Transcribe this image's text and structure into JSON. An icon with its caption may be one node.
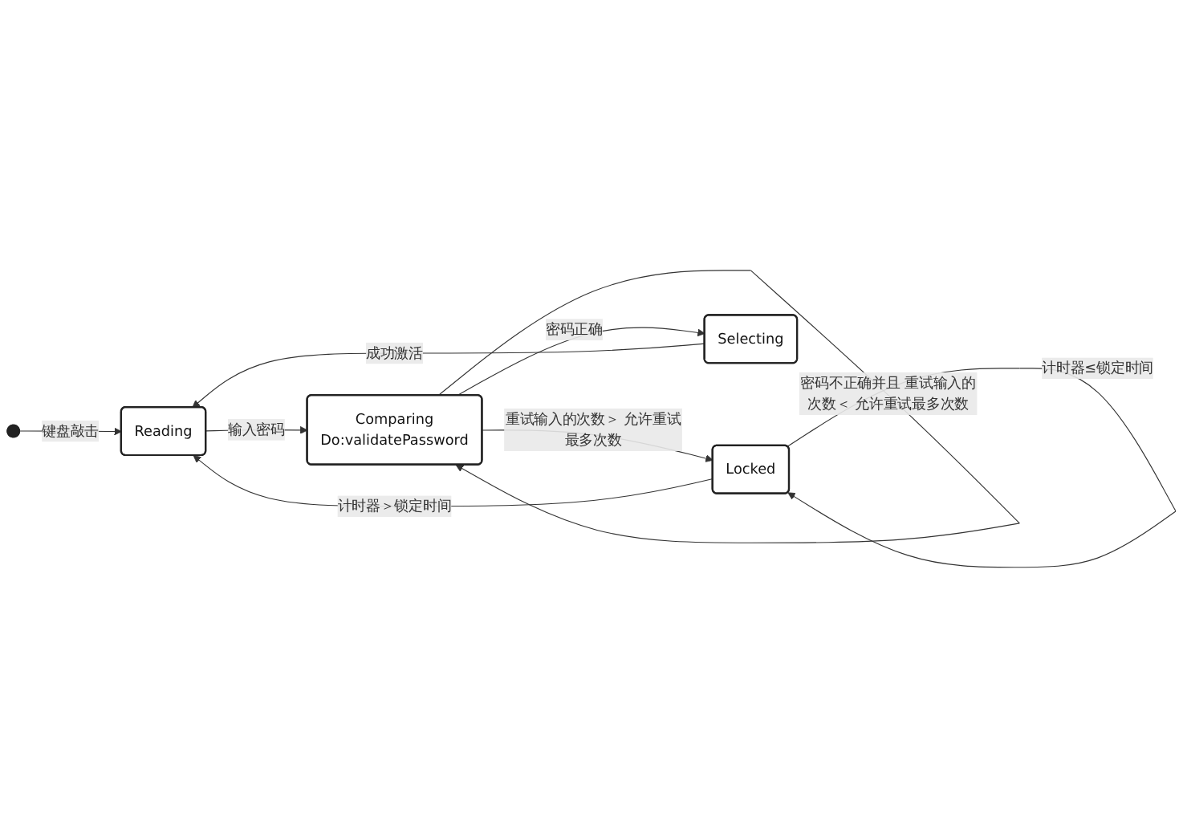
{
  "diagram": {
    "nodes": [
      {
        "text": [],
        "shape": "circle"
      },
      {
        "text": [
          "Reading"
        ]
      },
      {
        "text": [
          "Comparing",
          "Do:validatePassword"
        ]
      },
      {
        "text": [
          "Locked"
        ]
      },
      {
        "text": [
          "Selecting"
        ]
      }
    ],
    "edges": [
      {
        "from": 0,
        "to": 1,
        "arrow": "to",
        "label": "键盘敲击"
      },
      {
        "from": 3,
        "to": 3,
        "arrow": "to",
        "label": "计时器≤锁定时间"
      },
      {
        "from": 3,
        "to": 1,
        "arrow": "to",
        "label": "计时器＞锁定时间"
      },
      {
        "from": 2,
        "to": 2,
        "arrow": "to",
        "label": "密码不正确并且 重试输入的次数＜ 允许重试最多次数"
      },
      {
        "from": 1,
        "to": 2,
        "arrow": "to",
        "label": "输入密码"
      },
      {
        "from": 2,
        "to": 3,
        "arrow": "to",
        "label": "重试输入的次数＞ 允许重试最多次数"
      },
      {
        "from": 2,
        "to": 4,
        "arrow": "to",
        "label": "密码正确"
      },
      {
        "from": 4,
        "to": 1,
        "arrow": "to",
        "label": "成功激活"
      }
    ]
  }
}
